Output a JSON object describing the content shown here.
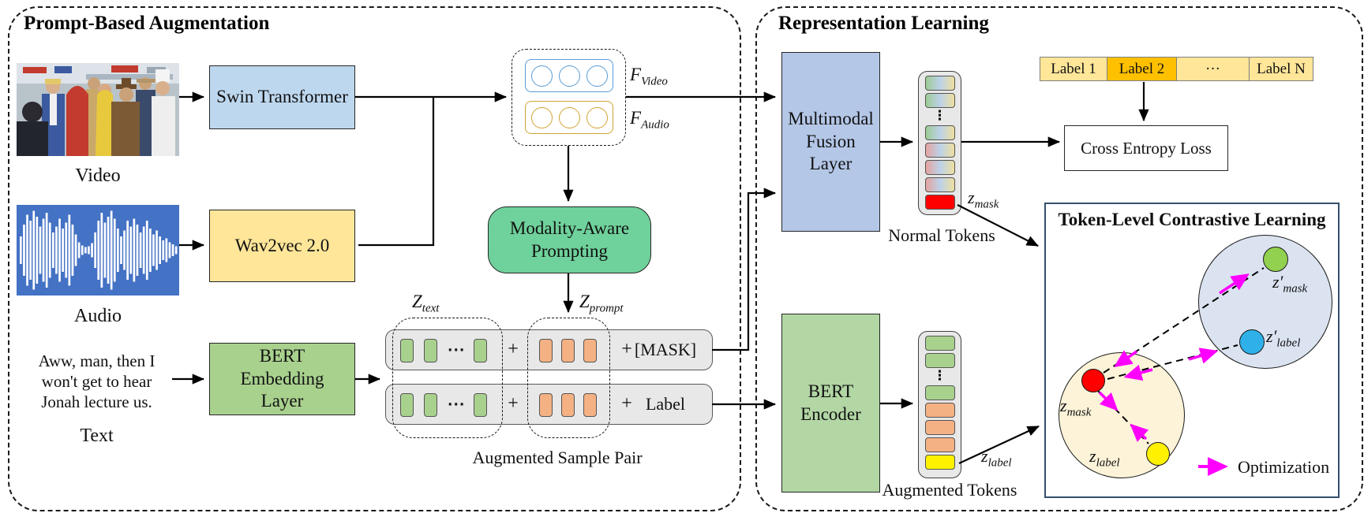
{
  "left_panel": {
    "title": "Prompt-Based Augmentation",
    "video_label": "Video",
    "audio_label": "Audio",
    "text_label": "Text",
    "text_lines": [
      "Aww, man, then I",
      "won't get to hear",
      "Jonah lecture us."
    ],
    "swin": "Swin Transformer",
    "wav2vec": "Wav2vec 2.0",
    "bert_embedding": "BERT Embedding Layer",
    "map": "Modality-Aware Prompting",
    "plus": "+",
    "mask_token": "[MASK]",
    "label_token": "Label",
    "sample_caption": "Augmented Sample Pair"
  },
  "right_panel": {
    "title": "Representation Learning",
    "fusion": "Multimodal Fusion Layer",
    "bert_encoder": "BERT Encoder",
    "cross_entropy": "Cross Entropy Loss",
    "normal_tokens_caption": "Normal Tokens",
    "augmented_tokens_caption": "Augmented Tokens",
    "labels": [
      "Label 1",
      "Label 2",
      "···",
      "Label N"
    ],
    "label_highlight_index": 1,
    "tlc_title": "Token-Level Contrastive Learning",
    "legend_optimization": "Optimization"
  },
  "math": {
    "f_video": {
      "base": "F",
      "sub": "Video"
    },
    "f_audio": {
      "base": "F",
      "sub": "Audio"
    },
    "z_text": {
      "base": "Z",
      "sub": "text"
    },
    "z_prompt": {
      "base": "Z",
      "sub": "prompt"
    },
    "z_mask": {
      "base": "z",
      "sub": "mask"
    },
    "z_label": {
      "base": "z",
      "sub": "label"
    },
    "z_mask_prime": {
      "base": "z′",
      "sub": "mask"
    },
    "z_label_prime": {
      "base": "z′",
      "sub": "label"
    }
  },
  "tokens": {
    "normal": [
      "grad-green",
      "grad-green",
      "dots",
      "grad-green",
      "grad-pink",
      "grad-pink",
      "grad-pink",
      "red"
    ],
    "augmented": [
      "green",
      "green",
      "dots",
      "green",
      "orange",
      "orange",
      "orange",
      "yellow"
    ],
    "row_text": [
      "green",
      "green",
      "hdots",
      "green"
    ],
    "row_prompt": [
      "orange",
      "orange",
      "orange"
    ]
  },
  "colors": {
    "swin": "#BDD7EE",
    "wav2vec": "#FFE699",
    "bert-embedding": "#A9D18E",
    "map": "#6FD19B",
    "fusion": "#B4C7E7",
    "bert-encoder": "#B2D6A4",
    "token-green": "#A9D18E",
    "token-orange": "#F4B183",
    "label-normal": "#FFE699",
    "label-highlight": "#FFC000",
    "red": "#FF0000",
    "yellow": "#FFF100",
    "green-dot": "#92D050",
    "cyan-dot": "#2FB0E8",
    "magenta": "#FF00FF",
    "blue-cluster": "#DBE3F1",
    "beige-cluster": "#FCF3D9"
  }
}
